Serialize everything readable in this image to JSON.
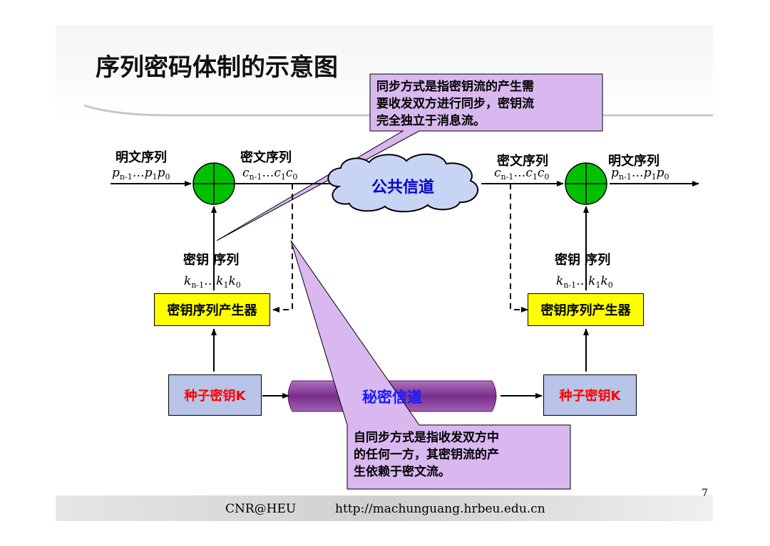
{
  "title": "序列密码体制的示意图",
  "page_number": "7",
  "footer": {
    "left": "CNR@HEU",
    "right": "http://machunguang.hrbeu.edu.cn"
  },
  "callouts": {
    "sync": "同步方式是指密钥流的产生需\n要收发双方进行同步，密钥流\n完全独立于消息流。",
    "self_sync": "自同步方式是指收发双方中\n的任何一方，其密钥流的产\n生依赖于密文流。"
  },
  "left": {
    "plaintext_label": "明文序列",
    "ciphertext_label": "密文序列",
    "keystream_label": "密钥 序列",
    "generator": "密钥序列产生器",
    "seed_key": "种子密钥K"
  },
  "right": {
    "ciphertext_label": "密文序列",
    "plaintext_label": "明文序列",
    "keystream_label": "密钥 序列",
    "generator": "密钥序列产生器",
    "seed_key": "种子密钥K"
  },
  "public_channel": "公共信道",
  "secret_channel": "秘密信道",
  "colors": {
    "xor_fill": "#00c000",
    "generator_fill": "#ffff00",
    "seed_fill": "#b8c4e8",
    "seed_text": "#ff0000",
    "cloud_fill": "#c8d4f4",
    "cloud_text": "#0000cc",
    "callout_fill": "#d9b8f0",
    "secret_fill": "#8a3a9a"
  }
}
